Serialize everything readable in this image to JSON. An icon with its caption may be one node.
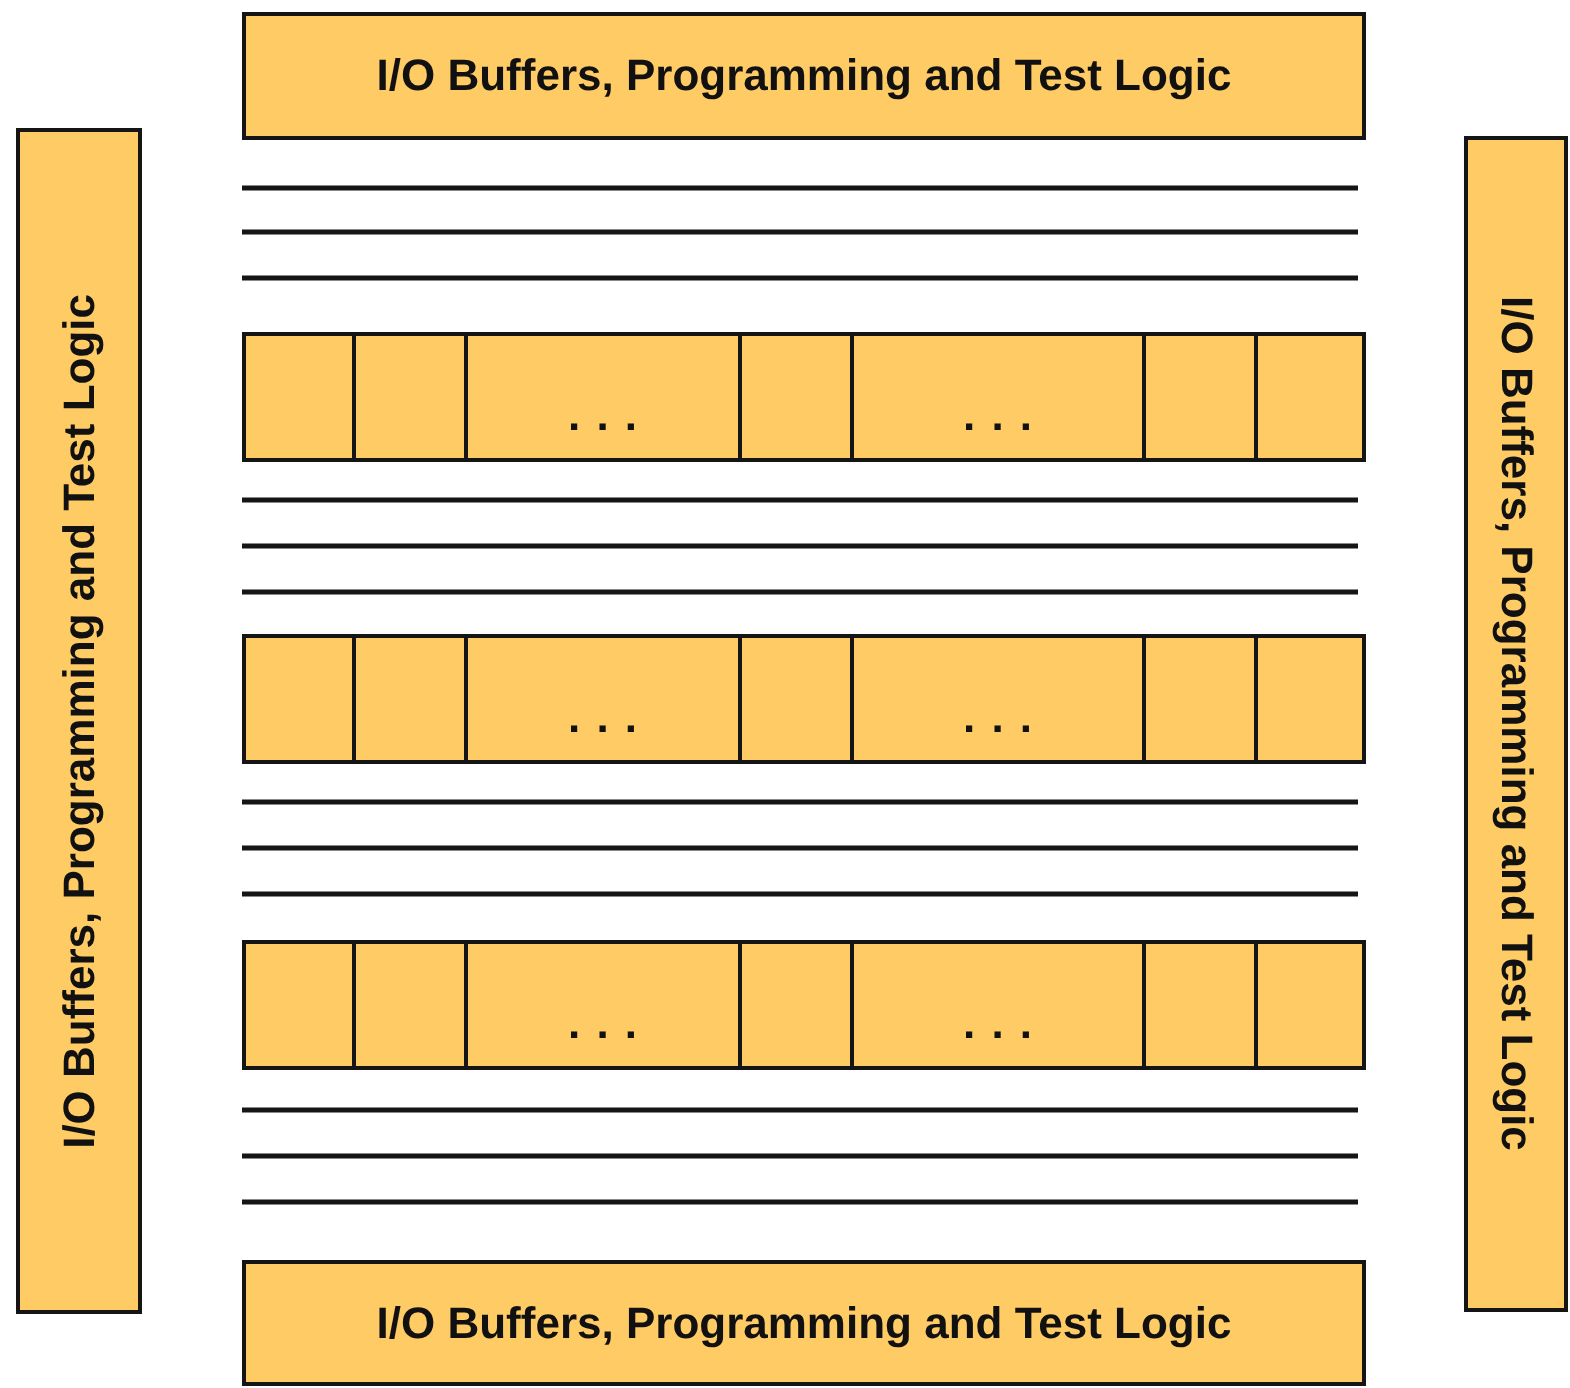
{
  "diagram": {
    "nodes": [
      {
        "text": [
          "I/O Buffers, Programming and Test Logic"
        ]
      },
      {
        "text": [
          "I/O Buffers, Programming and Test Logic"
        ]
      },
      {
        "text": [
          "I/O Buffers, Programming and Test Logic"
        ]
      },
      {
        "text": [],
        "shape": "box"
      },
      {
        "text": [],
        "shape": "box"
      },
      {
        "text": [
          ". . ."
        ]
      },
      {
        "text": [],
        "shape": "box"
      },
      {
        "text": [
          ". . ."
        ]
      },
      {
        "text": [],
        "shape": "box"
      },
      {
        "text": [],
        "shape": "box"
      },
      {
        "text": [],
        "shape": "box"
      },
      {
        "text": [],
        "shape": "box"
      },
      {
        "text": [
          ". . ."
        ]
      },
      {
        "text": [],
        "shape": "box"
      },
      {
        "text": [
          ". . ."
        ]
      },
      {
        "text": [],
        "shape": "box"
      },
      {
        "text": [],
        "shape": "box"
      },
      {
        "text": [],
        "shape": "box"
      },
      {
        "text": [],
        "shape": "box"
      },
      {
        "text": [
          ". . ."
        ]
      },
      {
        "text": [],
        "shape": "box"
      },
      {
        "text": [
          ". . ."
        ]
      },
      {
        "text": [],
        "shape": "box"
      },
      {
        "text": [],
        "shape": "box"
      },
      {
        "text": [
          "I/O Buffers, Programming and Test Logic"
        ]
      }
    ],
    "edges": []
  }
}
